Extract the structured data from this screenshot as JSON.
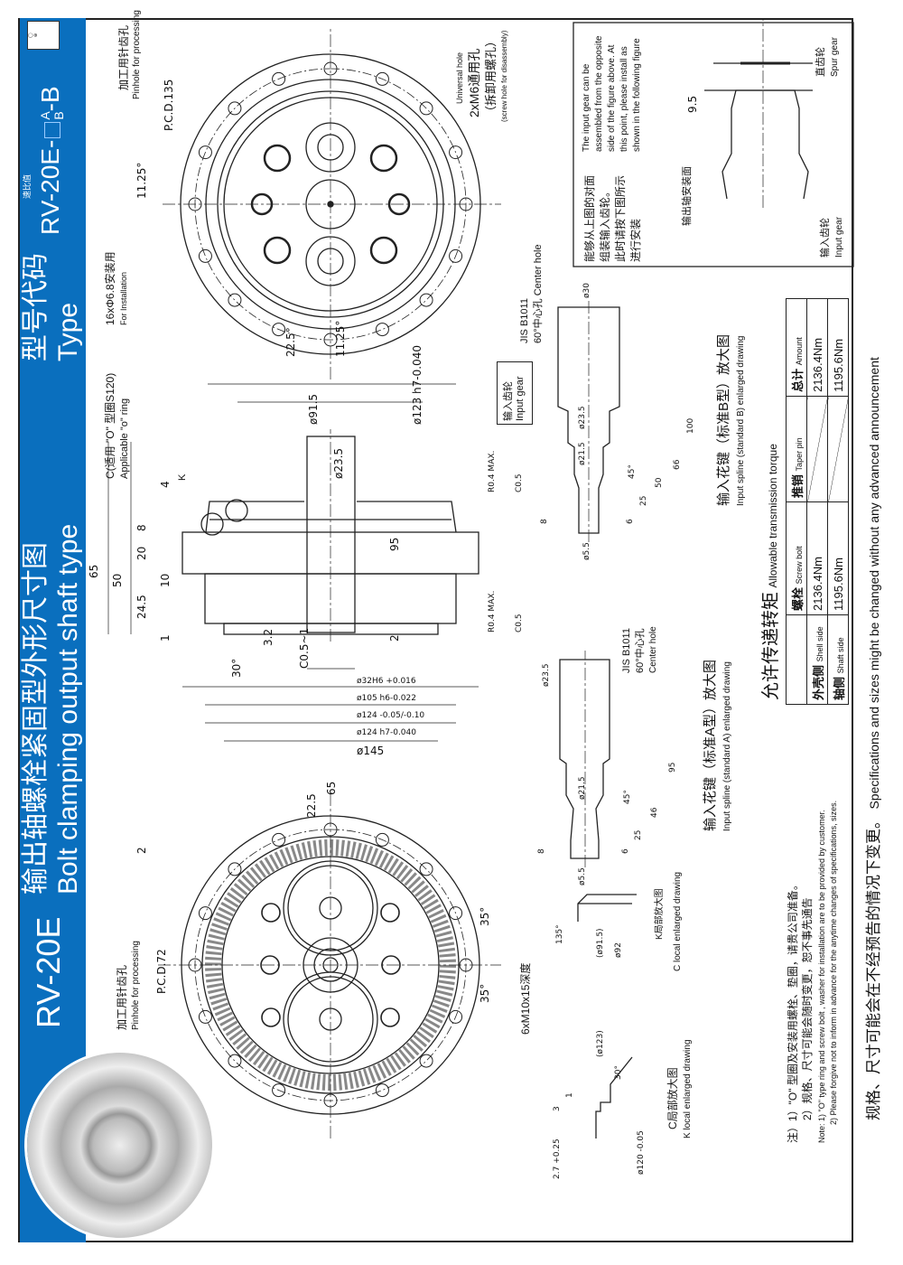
{
  "header": {
    "model": "RV-20E",
    "title_cn": "输出轴螺栓紧固型外形尺寸图",
    "title_en": "Bolt clamping output shaft type",
    "type_cn": "型号代码",
    "type_en": "Type",
    "type_code_prefix": "RV-20E-",
    "ratio_label": "速比值",
    "type_code_opt_a": "A",
    "type_code_opt_b": "B",
    "type_code_suffix": "-B",
    "accent_color": "#0a6fbe"
  },
  "back_view": {
    "pinhole_cn": "加工用针齿孔",
    "pinhole_en": "Pinhole for processing",
    "pcd": "P.C.D.135",
    "angle_a": "11.25°",
    "install_holes_cn": "16xΦ6.8安装用",
    "install_holes_en": "For Installation",
    "angle_b": "22.5°",
    "angle_c": "11.25°",
    "universal_en": "Universal hole",
    "universal_cn": "2xM6通用孔",
    "disassembly_cn": "（拆卸用螺孔）",
    "disassembly_en": "(screw hole for disassembly)",
    "center_hole_std": "JIS B1011",
    "center_hole_cn": "60°中心孔 Center hole"
  },
  "section_view": {
    "oring_cn": "C(适用 \"O\" 型圈S120)",
    "oring_en": "Applicable \"o\" ring",
    "k_label": "K",
    "input_gear_cn": "输入齿轮",
    "input_gear_en": "Input gear",
    "dims": [
      "ø123 h7-0.040",
      "ø91.5",
      "ø23.5",
      "95",
      "4",
      "8",
      "20",
      "10",
      "50",
      "24.5",
      "65",
      "1",
      "3.2",
      "30°",
      "C0.5~1",
      "2",
      "R0.4 MAX.",
      "C0.5",
      "R0.4 MAX.",
      "C0.5",
      "ø32H6 +0.016",
      "ø105 h6-0.022",
      "ø124 -0.05/-0.10",
      "ø124 h7-0.040",
      "ø145"
    ]
  },
  "front_view": {
    "dim_65": "65",
    "dim_22_5": "22.5",
    "dim_2": "2",
    "pcd": "P.C.D.72",
    "pinhole_cn": "加工用针齿孔",
    "pinhole_en": "Pinhole for processing",
    "angle_a": "35°",
    "angle_b": "35°",
    "tapped": "6xM10x15深度"
  },
  "local_views": {
    "c_dims": [
      "3",
      "1",
      "2.7 +0.25",
      "(ø123)",
      "30°",
      "ø120 -0.05"
    ],
    "c_title_cn": "C局部放大图",
    "c_title_en": "K local enlarged drawing",
    "k_dims": [
      "135°",
      "(ø91.5)",
      "ø92"
    ],
    "k_title_cn": "K局部放大图",
    "k_title_en": "C local enlarged drawing"
  },
  "spline_a": {
    "dims": [
      "ø23.5",
      "ø21.5",
      "45°",
      "95",
      "46",
      "25",
      "6",
      "8",
      "ø5.5"
    ],
    "center_std": "JIS B1011",
    "center_cn": "60°中心孔",
    "center_en": "Center hole",
    "title_cn": "输入花键（标准A型）放大图",
    "title_en": "Input spline (standard A) enlarged drawing"
  },
  "spline_b": {
    "dims": [
      "ø30",
      "ø23.5",
      "ø21.5",
      "45°",
      "100",
      "66",
      "50",
      "25",
      "6",
      "8",
      "ø5.5"
    ],
    "title_cn": "输入花键（标准B型）放大图",
    "title_en": "Input spline (standard B) enlarged drawing"
  },
  "install_note": {
    "cn": [
      "能够从上图的对面",
      "组装输入齿轮。",
      "此时请按下图所示",
      "进行安装"
    ],
    "en": [
      "The input gear can be",
      "assembled from the opposite",
      "side of the figure above. At",
      "this point, please install as",
      "shown in the following figure"
    ],
    "dim": "9.5",
    "mount_face_cn": "输出轴安装面",
    "input_gear_cn": "输入齿轮",
    "input_gear_en": "Input gear",
    "spur_gear_cn": "直齿轮",
    "spur_gear_en": "Spur gear"
  },
  "torque": {
    "title_cn": "允许传递转矩",
    "title_en": "Allowable transmission torque",
    "headers": [
      {
        "cn": "",
        "en": ""
      },
      {
        "cn": "螺栓",
        "en": "Screw bolt"
      },
      {
        "cn": "推销",
        "en": "Taper pin"
      },
      {
        "cn": "总计",
        "en": "Amount"
      }
    ],
    "rows": [
      {
        "cn": "外壳侧",
        "en": "Shell side",
        "bolt": "2136.4Nm",
        "pin": "",
        "total": "2136.4Nm"
      },
      {
        "cn": "轴侧",
        "en": "Shaft side",
        "bolt": "1195.6Nm",
        "pin": "",
        "total": "1195.6Nm"
      }
    ]
  },
  "notes": {
    "cn1": "注）1）\"O\" 型圈及安装用螺栓、垫圈，请贵公司准备。",
    "cn2": "2）规格、尺寸可能会随时变更，恕不事先通告",
    "en1": "Note: 1) \"O\" type ring and screw bolt , washer for installation are to be provided by customer.",
    "en2": "2) Please forgive not to inform in advance for the anytime changes of specifications, sizes."
  },
  "footer": {
    "cn": "规格、尺寸可能会在不经预告的情况下变更。",
    "en": "Specifications and sizes might be changed without any advanced announcement"
  }
}
